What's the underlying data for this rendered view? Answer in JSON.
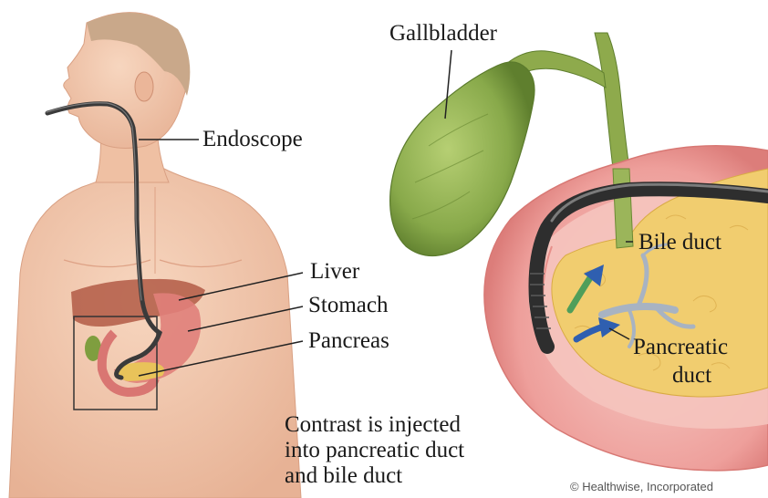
{
  "labels": {
    "gallbladder": "Gallbladder",
    "endoscope": "Endoscope",
    "liver": "Liver",
    "stomach": "Stomach",
    "pancreas": "Pancreas",
    "bile_duct": "Bile duct",
    "pancreatic_duct_line1": "Pancreatic",
    "pancreatic_duct_line2": "duct"
  },
  "caption": {
    "line1": "Contrast is injected",
    "line2": "into pancreatic duct",
    "line3": "and bile duct"
  },
  "credit": "© Healthwise, Incorporated",
  "colors": {
    "skin": "#f3c9ad",
    "skin_shade": "#e4ad90",
    "hair": "#c9a88a",
    "liver": "#b25a45",
    "stomach": "#e07f7a",
    "pancreas": "#e9c35a",
    "gallbladder": "#8fb04f",
    "duodenum_wall": "#eea3a0",
    "duodenum_inner": "#f6c8c2",
    "pancreas_tissue": "#f1cd6f",
    "endoscope": "#3a3a3a",
    "contrast_arrow": "#2f5fb0",
    "bile_arrow": "#4f9e5a"
  }
}
